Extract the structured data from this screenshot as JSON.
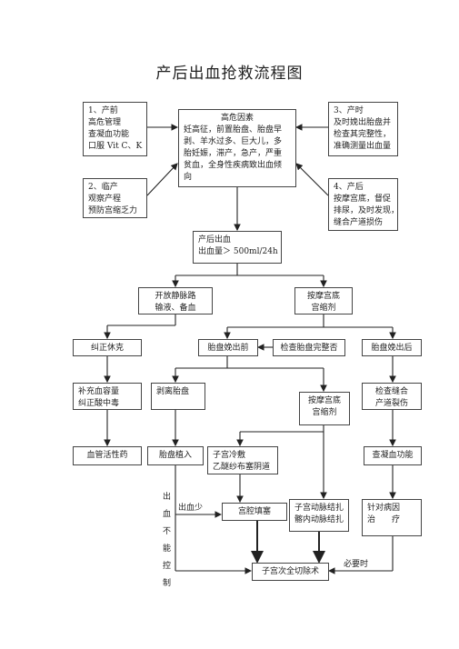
{
  "title": "产后出血抢救流程图",
  "boxes": {
    "antepartum": {
      "lines": [
        "1、产前",
        "高危管理",
        "查凝血功能",
        "口服 Vit C、K"
      ]
    },
    "risk": {
      "lines": [
        "高危因素",
        "妊高征，前置胎盘、胎盘早",
        "剥、羊水过多、巨大儿，多",
        "胎妊娠，滞产，急产，严重",
        "贫血，全身性疾病致出血倾",
        "向"
      ]
    },
    "labor": {
      "lines": [
        "2、临产",
        "观察产程",
        "预防宫缩乏力"
      ]
    },
    "postpartum_hour": {
      "lines": [
        "3、产时",
        "及时娩出胎盘并",
        "检查其完整性，",
        "准确测量出血量"
      ]
    },
    "postpartum": {
      "lines": [
        "4、产后",
        "按摩宫底，督促",
        "排尿，及时发现，",
        "缝合产道损伤"
      ]
    },
    "pph": {
      "lines": [
        "产后出血",
        "出血量＞ 500ml/24h"
      ]
    },
    "iv": {
      "lines": [
        "开放静脉路",
        "输液、备血"
      ]
    },
    "massage": {
      "lines": [
        "按摩宫底",
        "宫缩剂"
      ]
    },
    "shock": {
      "lines": [
        "纠正休克"
      ]
    },
    "placenta_delivered": {
      "lines": [
        "胎盘娩出前"
      ]
    },
    "check_placenta": {
      "lines": [
        "检查胎盘完整否"
      ]
    },
    "after_placenta": {
      "lines": [
        "胎盘娩出后"
      ]
    },
    "fluid": {
      "lines": [
        "补充血容量",
        "纠正酸中毒"
      ]
    },
    "manual_removal": {
      "lines": [
        "剥离胎盘"
      ]
    },
    "massage2": {
      "lines": [
        "按摩宫底",
        "宫缩剂"
      ]
    },
    "suture": {
      "lines": [
        "检查缝合",
        "产道裂伤"
      ]
    },
    "vasoactive": {
      "lines": [
        "血管活性药"
      ]
    },
    "accreta": {
      "lines": [
        "胎盘植入"
      ]
    },
    "packing": {
      "lines": [
        "子宫冷敷",
        "乙醚纱布塞阴道"
      ]
    },
    "coag": {
      "lines": [
        "查凝血功能"
      ]
    },
    "uterine_suture": {
      "lines": [
        "宫腔填塞"
      ]
    },
    "ligation": {
      "lines": [
        "子宫动脉结扎",
        "髂内动脉结扎"
      ]
    },
    "treat": {
      "lines": [
        "针对病因",
        "治　　疗"
      ]
    },
    "hysterectomy": {
      "lines": [
        "子宫次全切除术"
      ]
    }
  },
  "labels": {
    "bleeding_control": [
      "出",
      "血",
      "不",
      "能",
      "控",
      "制"
    ],
    "bleeding_less": "出血少",
    "if_needed": "必要时"
  }
}
